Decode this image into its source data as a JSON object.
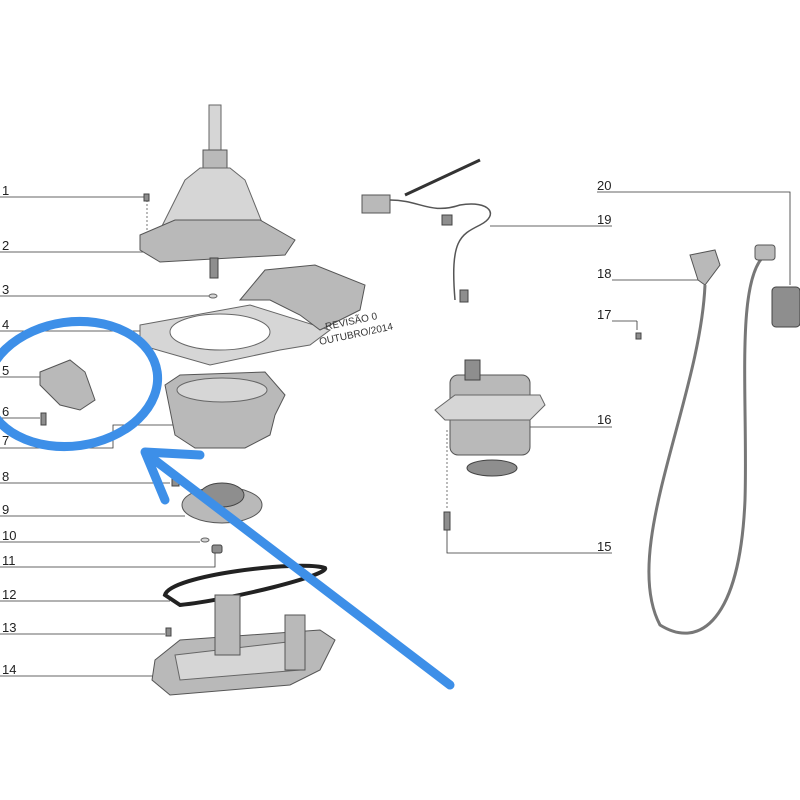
{
  "diagram": {
    "revision_line1": "REVISÃO 0",
    "revision_line2": "OUTUBRO/2014",
    "left_labels": [
      "1",
      "2",
      "3",
      "4",
      "5",
      "6",
      "7",
      "8",
      "9",
      "10",
      "11",
      "12",
      "13",
      "14"
    ],
    "right_labels": [
      "20",
      "19",
      "18",
      "17",
      "16",
      "15"
    ],
    "annotation_color": "#3d8fe8"
  }
}
